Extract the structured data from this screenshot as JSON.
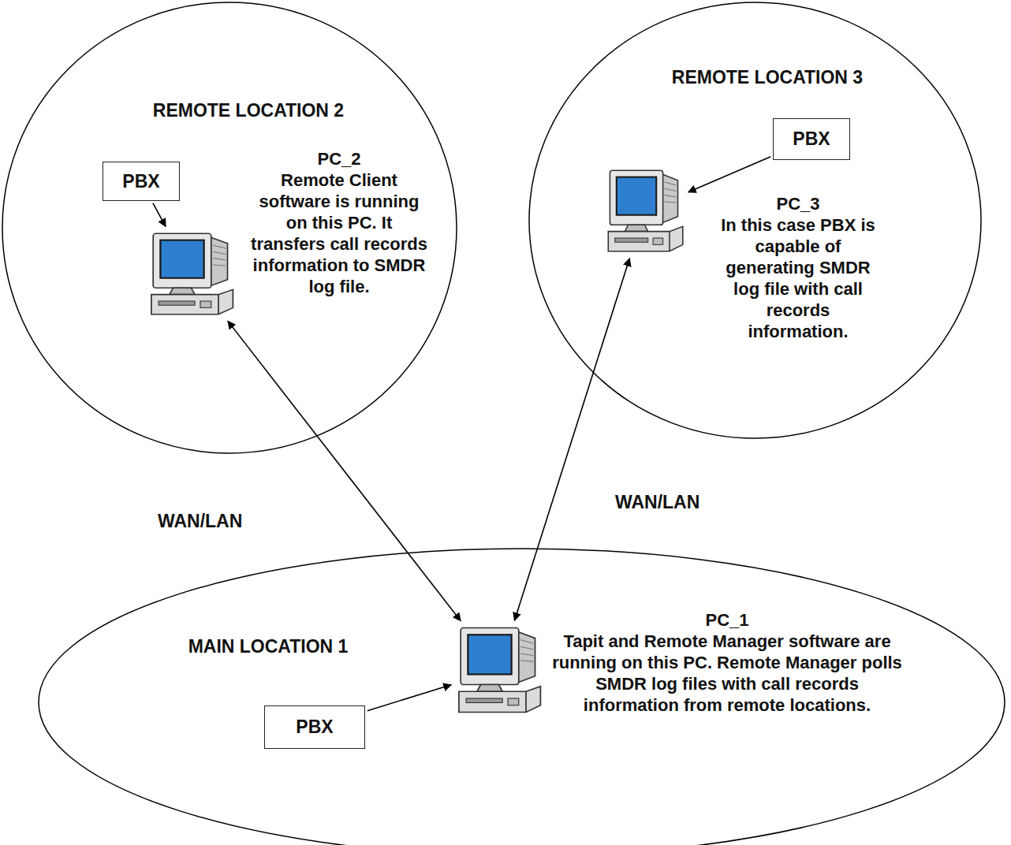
{
  "diagram": {
    "nodes": [
      {
        "text": [
          "REMOTE LOCATION 2"
        ]
      },
      {
        "text": [
          "PBX"
        ],
        "in": 0
      },
      {
        "text": [
          "PC_2",
          "Remote Client software is running on this PC. It transfers call records information to SMDR log file."
        ],
        "in": 0
      },
      {
        "text": [
          "REMOTE LOCATION 3"
        ]
      },
      {
        "text": [
          "PBX"
        ],
        "in": 3
      },
      {
        "text": [
          "PC_3",
          "In this case PBX is capable of generating SMDR log file with call records information."
        ],
        "in": 3
      },
      {
        "text": [
          "MAIN LOCATION 1"
        ]
      },
      {
        "text": [
          "PBX"
        ],
        "in": 6
      },
      {
        "text": [
          "PC_1",
          "Tapit and Remote Manager software are running on this PC. Remote Manager polls SMDR log files with call records information from remote locations."
        ],
        "in": 6
      }
    ],
    "edges": [
      {
        "from": 1,
        "to": 2,
        "arrow": "to"
      },
      {
        "from": 4,
        "to": 5,
        "arrow": "to"
      },
      {
        "from": 7,
        "to": 8,
        "arrow": "to"
      },
      {
        "from": 2,
        "to": 8,
        "arrow": "both"
      },
      {
        "from": 5,
        "to": 8,
        "arrow": "both"
      }
    ],
    "labels": [
      "WAN/LAN",
      "WAN/LAN"
    ]
  }
}
